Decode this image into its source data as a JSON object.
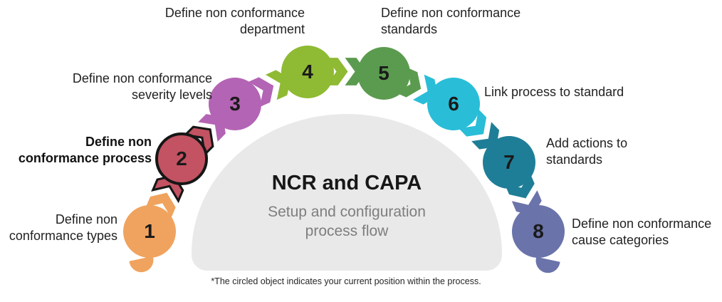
{
  "diagram": {
    "title": "NCR and CAPA",
    "subtitle": "Setup and configuration\nprocess flow",
    "footnote": "*The circled object indicates your current position within the process.",
    "current_step": "2",
    "dome_color": "#e9e9e9",
    "highlight_outline_color": "#161616"
  },
  "steps": [
    {
      "number": "1",
      "label": "Define non\nconformance types",
      "color": "#F0A35E",
      "current": false
    },
    {
      "number": "2",
      "label": "Define non\nconformance process",
      "color": "#C35362",
      "current": true
    },
    {
      "number": "3",
      "label": "Define non conformance\nseverity levels",
      "color": "#B464B4",
      "current": false
    },
    {
      "number": "4",
      "label": "Define non conformance\ndepartment",
      "color": "#8FBA33",
      "current": false
    },
    {
      "number": "5",
      "label": "Define non conformance\nstandards",
      "color": "#5B9B4F",
      "current": false
    },
    {
      "number": "6",
      "label": "Link process to standard",
      "color": "#29BDD8",
      "current": false
    },
    {
      "number": "7",
      "label": "Add actions to\nstandards",
      "color": "#1F7E97",
      "current": false
    },
    {
      "number": "8",
      "label": "Define non conformance\ncause categories",
      "color": "#6A73AA",
      "current": false
    }
  ],
  "transitions": [
    {
      "from": "1",
      "to": "2",
      "src_color": "#F0A35E",
      "dst_color": "#C35362"
    },
    {
      "from": "2",
      "to": "3",
      "src_color": "#C35362",
      "dst_color": "#B464B4"
    },
    {
      "from": "3",
      "to": "4",
      "src_color": "#B464B4",
      "dst_color": "#8FBA33"
    },
    {
      "from": "4",
      "to": "5",
      "src_color": "#8FBA33",
      "dst_color": "#5B9B4F"
    },
    {
      "from": "5",
      "to": "6",
      "src_color": "#5B9B4F",
      "dst_color": "#29BDD8"
    },
    {
      "from": "6",
      "to": "7",
      "src_color": "#29BDD8",
      "dst_color": "#1F7E97"
    },
    {
      "from": "7",
      "to": "8",
      "src_color": "#1F7E97",
      "dst_color": "#6A73AA"
    }
  ],
  "markers": {
    "start_color": "#F0A35E",
    "end_color": "#6A73AA"
  }
}
